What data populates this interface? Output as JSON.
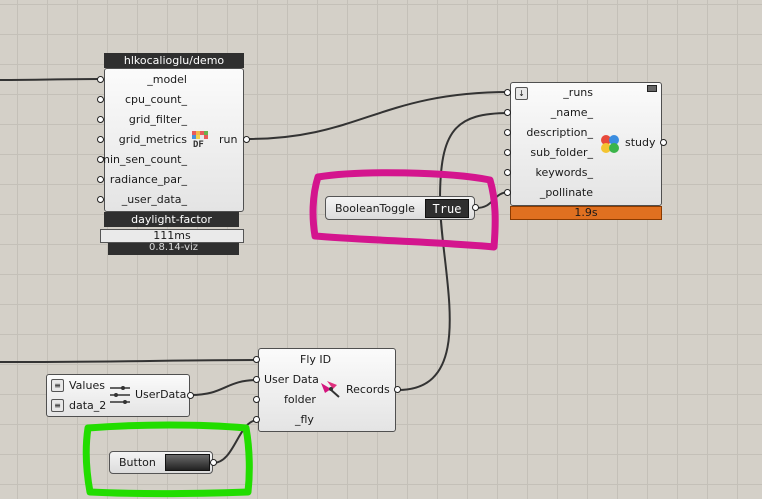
{
  "df_node": {
    "header": "hlkocalioglu/demo",
    "inputs": [
      "_model",
      "cpu_count_",
      "grid_filter_",
      "grid_metrics",
      "min_sen_count_",
      "radiance_par_",
      "_user_data_"
    ],
    "output": "run",
    "icon_text": "DF",
    "footer": "daylight-factor",
    "timing": "111ms",
    "version": "0.8.14-viz"
  },
  "study_node": {
    "inputs": [
      "_runs",
      "_name_",
      "description_",
      "sub_folder_",
      "keywords_",
      "_pollinate"
    ],
    "output": "study",
    "timing": "1.9s",
    "timing_color": "#e07020"
  },
  "bool_toggle": {
    "label": "BooleanToggle",
    "value": "True",
    "highlight_color": "#d4158e"
  },
  "fly_node": {
    "inputs": [
      "Fly ID",
      "User Data",
      "folder",
      "_fly"
    ],
    "output": "Records"
  },
  "userdata_node": {
    "inputs": [
      "Values",
      "data_2"
    ],
    "output": "UserData"
  },
  "button": {
    "label": "Button",
    "highlight_color": "#22dd00"
  }
}
